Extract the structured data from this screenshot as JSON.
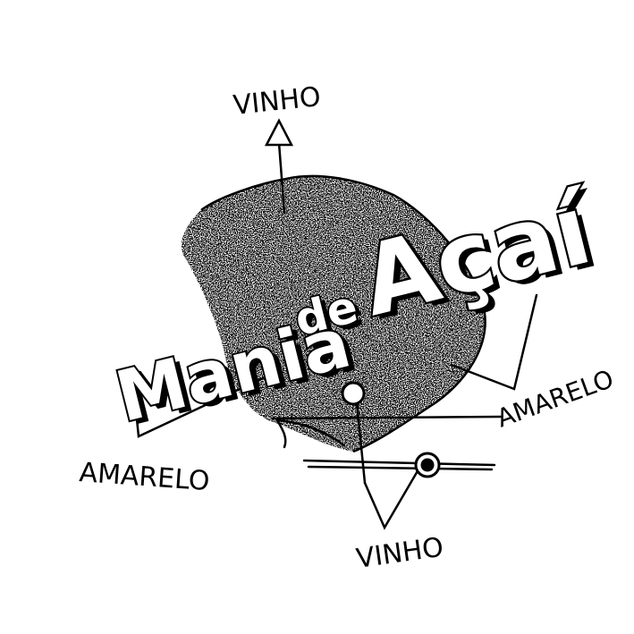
{
  "logo": {
    "word1": "Mania",
    "word2": "de",
    "word3": "Açaí"
  },
  "annotations": {
    "top_label": "VINHO",
    "left_label": "AMARELO",
    "right_label": "AMARELO",
    "bottom_label": "VINHO"
  },
  "colors": {
    "ink": "#000000",
    "paper": "#ffffff"
  }
}
